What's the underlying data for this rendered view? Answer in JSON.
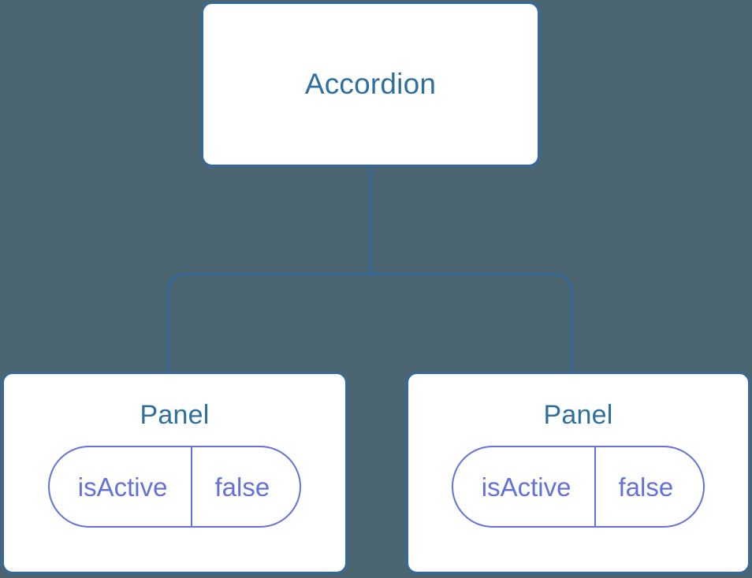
{
  "diagram": {
    "type": "component-tree",
    "background_color": "#4b6670",
    "node_border_color": "#36699b",
    "node_title_color": "#2f6f9e",
    "prop_color": "#6471d8",
    "connector_color": "#36699b",
    "root": {
      "name": "root-node",
      "title": "Accordion"
    },
    "children": [
      {
        "name": "panel-node-left",
        "title": "Panel",
        "props": [
          {
            "key": "isActive",
            "value": "false"
          }
        ]
      },
      {
        "name": "panel-node-right",
        "title": "Panel",
        "props": [
          {
            "key": "isActive",
            "value": "false"
          }
        ]
      }
    ]
  }
}
